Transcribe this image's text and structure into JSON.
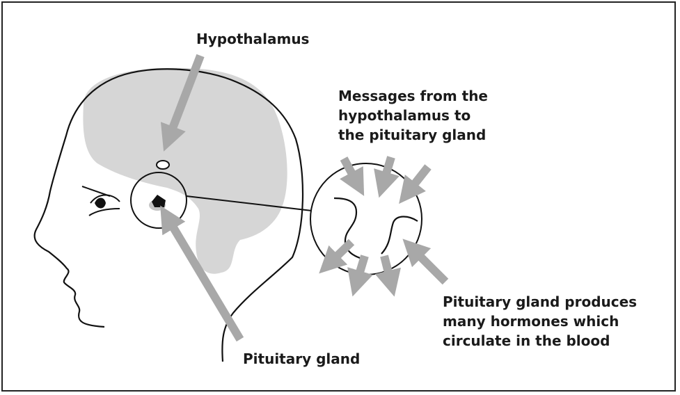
{
  "labels": {
    "hypothalamus": "Hypothalamus",
    "messages": [
      "Messages from the",
      "hypothalamus to",
      "the pituitary gland"
    ],
    "pituitary": "Pituitary gland",
    "hormones": [
      "Pituitary gland produces",
      "many hormones which",
      "circulate in the blood"
    ]
  },
  "colors": {
    "brain": "#d6d6d6",
    "arrow": "#a8a8a8",
    "line": "#111111",
    "frame": "#222222"
  }
}
